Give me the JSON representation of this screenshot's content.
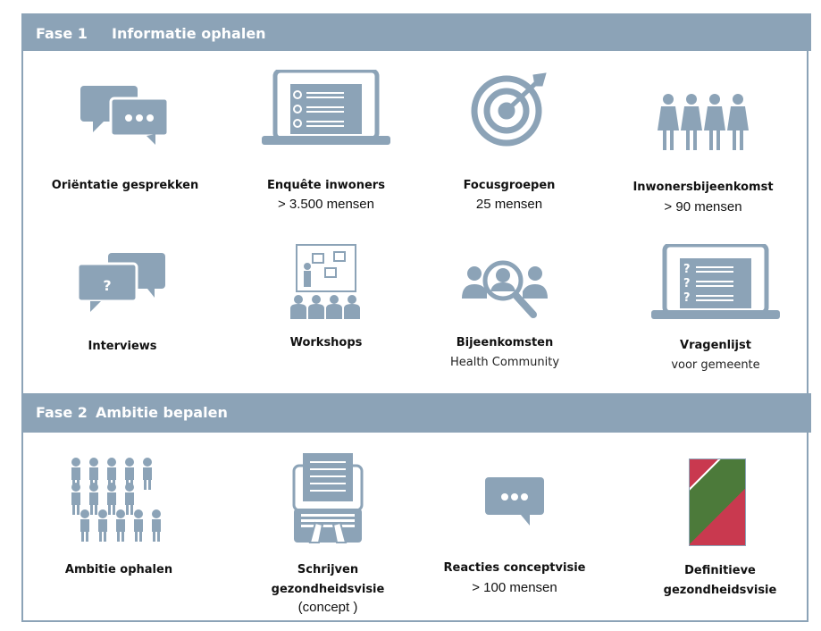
{
  "phase1": {
    "number": "Fase 1",
    "title": "Informatie ophalen"
  },
  "phase2": {
    "number": "Fase 2",
    "title": "Ambitie bepalen"
  },
  "items": [
    {
      "label": "Oriëntatie gesprekken",
      "sub": ""
    },
    {
      "label": "Enquête inwoners",
      "sub": "> 3.500 mensen"
    },
    {
      "label": "Focusgroepen",
      "sub": "25 mensen"
    },
    {
      "label": "Inwonersbijeenkomst",
      "sub": "> 90 mensen"
    },
    {
      "label": "Interviews",
      "sub": ""
    },
    {
      "label": "Workshops",
      "sub": ""
    },
    {
      "label": "Bijeenkomsten",
      "sub": "Health Community"
    },
    {
      "label": "Vragenlijst",
      "sub": "voor gemeente"
    },
    {
      "label": "Ambitie ophalen",
      "sub": ""
    },
    {
      "label": "Schrijven gezondheidsvisie",
      "sub": "(concept )"
    },
    {
      "label": "Reacties conceptvisie",
      "sub": "> 100 mensen"
    },
    {
      "label": "Definitieve gezondheidsvisie",
      "sub": ""
    }
  ],
  "colors": {
    "accent": "#8ca3b7"
  }
}
